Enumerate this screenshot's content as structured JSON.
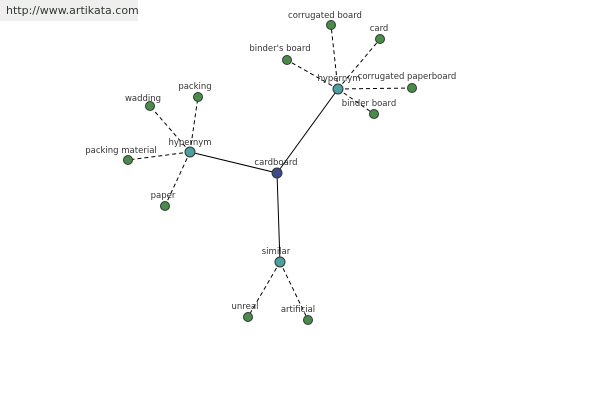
{
  "banner": {
    "url": "http://www.artikata.com"
  },
  "colors": {
    "center": "#3e4a8e",
    "relation": "#4e9ea2",
    "leaf": "#4a8a4a",
    "banner_bg": "#efefef"
  },
  "graph": {
    "nodes": [
      {
        "id": "cardboard",
        "label": "cardboard",
        "kind": "center"
      },
      {
        "id": "hyp1",
        "label": "hypernym",
        "kind": "relation"
      },
      {
        "id": "hyp2",
        "label": "hypernym",
        "kind": "relation"
      },
      {
        "id": "sim",
        "label": "similar",
        "kind": "relation"
      },
      {
        "id": "corrugated-board",
        "label": "corrugated board",
        "kind": "leaf"
      },
      {
        "id": "card",
        "label": "card",
        "kind": "leaf"
      },
      {
        "id": "binders-board",
        "label": "binder's board",
        "kind": "leaf"
      },
      {
        "id": "corrugated-paperboard",
        "label": "corrugated paperboard",
        "kind": "leaf"
      },
      {
        "id": "binder-board",
        "label": "binder board",
        "kind": "leaf"
      },
      {
        "id": "wadding",
        "label": "wadding",
        "kind": "leaf"
      },
      {
        "id": "packing",
        "label": "packing",
        "kind": "leaf"
      },
      {
        "id": "packing-material",
        "label": "packing material",
        "kind": "leaf"
      },
      {
        "id": "paper",
        "label": "paper",
        "kind": "leaf"
      },
      {
        "id": "unreal",
        "label": "unreal",
        "kind": "leaf"
      },
      {
        "id": "artificial",
        "label": "artificial",
        "kind": "leaf"
      }
    ],
    "edges": [
      {
        "from": "cardboard",
        "to": "hyp1",
        "style": "solid"
      },
      {
        "from": "cardboard",
        "to": "hyp2",
        "style": "solid"
      },
      {
        "from": "cardboard",
        "to": "sim",
        "style": "solid"
      },
      {
        "from": "hyp1",
        "to": "wadding",
        "style": "dashed"
      },
      {
        "from": "hyp1",
        "to": "packing",
        "style": "dashed"
      },
      {
        "from": "hyp1",
        "to": "packing-material",
        "style": "dashed"
      },
      {
        "from": "hyp1",
        "to": "paper",
        "style": "dashed"
      },
      {
        "from": "hyp2",
        "to": "corrugated-board",
        "style": "dashed"
      },
      {
        "from": "hyp2",
        "to": "card",
        "style": "dashed"
      },
      {
        "from": "hyp2",
        "to": "binders-board",
        "style": "dashed"
      },
      {
        "from": "hyp2",
        "to": "corrugated-paperboard",
        "style": "dashed"
      },
      {
        "from": "hyp2",
        "to": "binder-board",
        "style": "dashed"
      },
      {
        "from": "sim",
        "to": "unreal",
        "style": "dashed"
      },
      {
        "from": "sim",
        "to": "artificial",
        "style": "dashed"
      }
    ]
  }
}
